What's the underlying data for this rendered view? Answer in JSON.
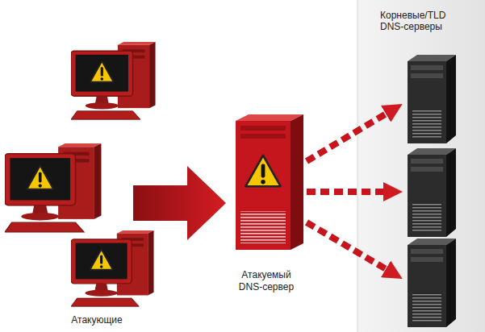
{
  "diagram": {
    "nodes": [
      {
        "text": [
          "Атакующие"
        ]
      },
      {
        "text": [
          "Атакуемый DNS-сервер"
        ]
      },
      {
        "text": [
          "Корневые/TLD DNS-серверы"
        ]
      }
    ],
    "edges": [
      {
        "from": 0,
        "to": 1,
        "arrow": "to"
      },
      {
        "from": 1,
        "to": 2,
        "arrow": "to"
      },
      {
        "from": 1,
        "to": 2,
        "arrow": "to"
      },
      {
        "from": 1,
        "to": 2,
        "arrow": "to"
      }
    ]
  }
}
